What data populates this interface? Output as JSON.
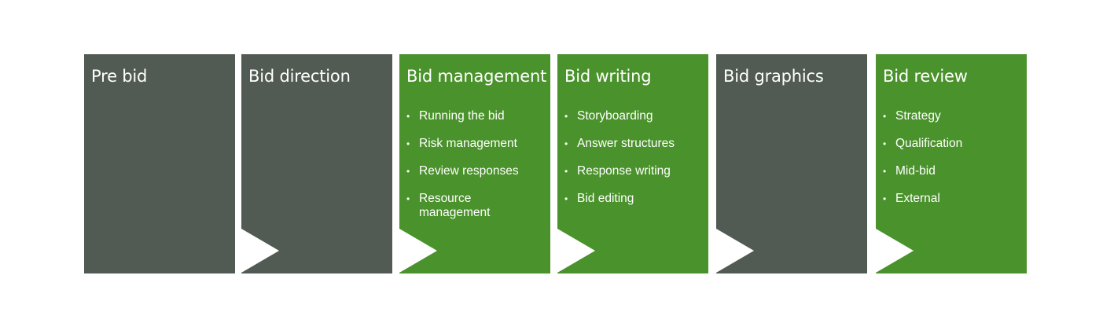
{
  "colors": {
    "grey": "#525B53",
    "green": "#4A922B",
    "text": "#FFFFFF",
    "background": "#FFFFFF"
  },
  "stages": [
    {
      "title": "Pre bid",
      "color": "grey",
      "items": []
    },
    {
      "title": "Bid direction",
      "color": "grey",
      "items": []
    },
    {
      "title": "Bid management",
      "color": "green",
      "items": [
        "Running the bid",
        "Risk management",
        "Review responses",
        "Resource management"
      ]
    },
    {
      "title": "Bid writing",
      "color": "green",
      "items": [
        "Storyboarding",
        "Answer structures",
        "Response writing",
        "Bid editing"
      ]
    },
    {
      "title": "Bid graphics",
      "color": "grey",
      "items": []
    },
    {
      "title": "Bid review",
      "color": "green",
      "items": [
        "Strategy",
        "Qualification",
        "Mid-bid",
        "External"
      ]
    }
  ]
}
